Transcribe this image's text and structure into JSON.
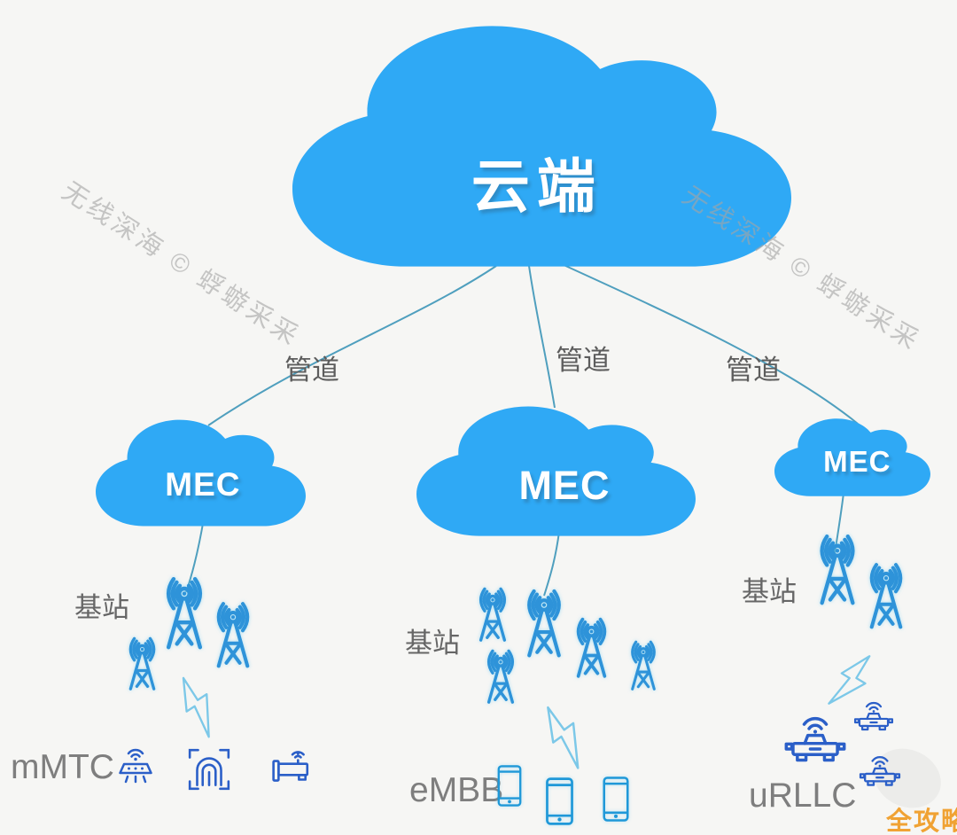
{
  "watermarks": [
    {
      "text": "无线深海 © 蜉蝣采采"
    },
    {
      "text": "无线深海 © 蜉蝣采采"
    }
  ],
  "clouds": {
    "main": {
      "label": "云端"
    },
    "mec": [
      {
        "label": "MEC"
      },
      {
        "label": "MEC"
      },
      {
        "label": "MEC"
      }
    ]
  },
  "pipes": [
    {
      "label": "管道"
    },
    {
      "label": "管道"
    },
    {
      "label": "管道"
    }
  ],
  "base_stations": [
    {
      "label": "基站",
      "tower_count": 3,
      "devices_label": "mMTC",
      "devices": [
        "iot-sensor",
        "fingerprint-scanner",
        "iot-machine"
      ]
    },
    {
      "label": "基站",
      "tower_count": 5,
      "devices_label": "eMBB",
      "devices": [
        "smartphone",
        "smartphone",
        "smartphone"
      ]
    },
    {
      "label": "基站",
      "tower_count": 2,
      "devices_label": "uRLLC",
      "devices": [
        "connected-car",
        "connected-car",
        "connected-car"
      ]
    }
  ],
  "badge": {
    "text": "全攻略"
  },
  "colors": {
    "cloud": "#2FA9F5",
    "tower": "#2E93D9",
    "device": "#2B5FC8",
    "phone": "#1F98D8",
    "lightning": "#7CC8E8",
    "line": "#4F9FBE",
    "label_gray": "#666666",
    "group_label_gray": "#7E7E7E",
    "watermark_gray": "#A5A5A5",
    "badge_orange": "#F0A233",
    "background": "#F6F6F4"
  }
}
